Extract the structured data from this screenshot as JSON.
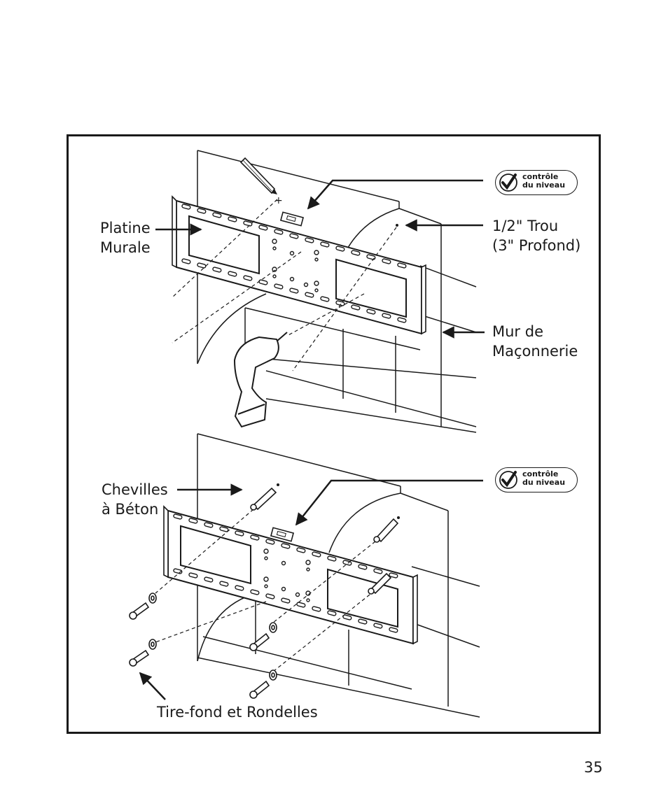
{
  "labels": {
    "wall_plate": [
      "Platine",
      "Murale"
    ],
    "hole": [
      "1/2\" Trou",
      "(3\" Profond)"
    ],
    "masonry_wall": [
      "Mur de",
      "Maçonnerie"
    ],
    "anchors": [
      "Chevilles",
      "à Béton"
    ],
    "lag_bolts": "Tire-fond et Rondelles"
  },
  "badges": [
    {
      "line1": "contrôle",
      "line2": "du niveau"
    },
    {
      "line1": "contrôle",
      "line2": "du niveau"
    }
  ],
  "page_number": "35",
  "icons": [
    "check-mark-icon",
    "pencil-icon",
    "drill-icon",
    "bubble-level-icon",
    "anchor-icon",
    "lag-bolt-icon",
    "washer-icon"
  ],
  "colors": {
    "line": "#1a1a1a",
    "background": "#ffffff"
  }
}
